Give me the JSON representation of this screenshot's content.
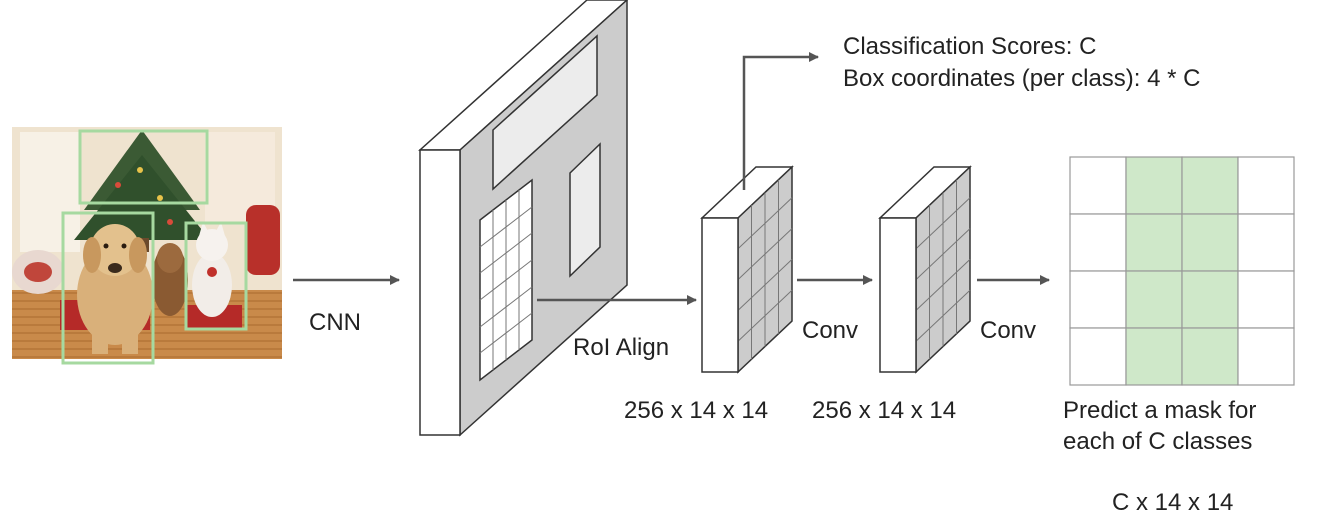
{
  "labels": {
    "cnn": "CNN",
    "roi_align": "RoI Align",
    "conv1": "Conv",
    "conv2": "Conv",
    "dim1": "256 x 14 x 14",
    "dim2": "256 x 14 x 14",
    "cls_scores": "Classification Scores: C",
    "box_coords": "Box coordinates (per class): 4 * C",
    "mask_line1": "Predict a mask for",
    "mask_line2": "each of C classes",
    "mask_dim": "C x 14 x 14"
  },
  "colors": {
    "arrow": "#555555",
    "detection_box": "#a6d9a0",
    "feature_map_face": "#cccccc",
    "mask_highlight": "#cfe8c9",
    "grid_line": "#777777"
  },
  "mask_grid": {
    "rows": 4,
    "cols": 4,
    "highlighted_cols": [
      1,
      2
    ]
  }
}
